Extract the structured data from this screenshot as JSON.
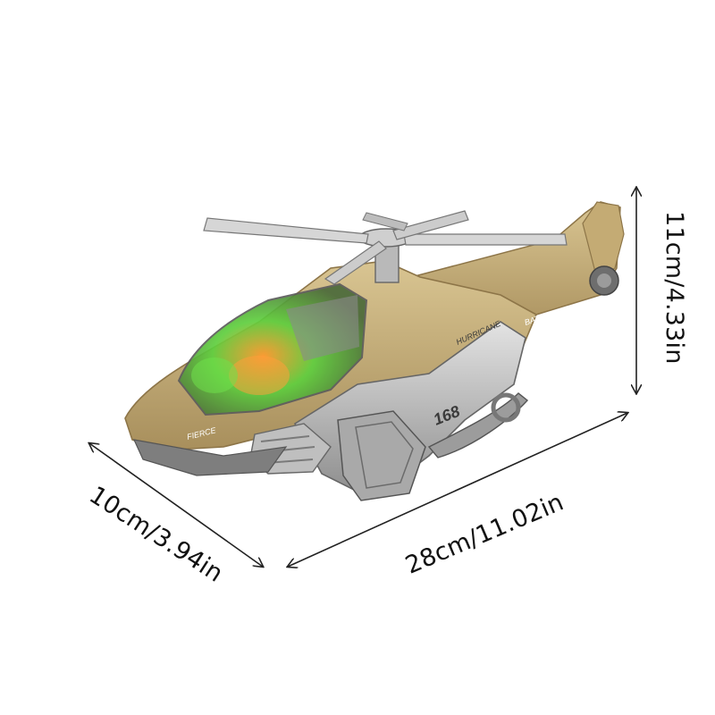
{
  "dimensions": {
    "width_label": "10cm/3.94in",
    "length_label": "28cm/11.02in",
    "height_label": "11cm/4.33in"
  },
  "product": {
    "decals": {
      "nose": "FIERCE",
      "side": "HURRICANE",
      "tail": "BATTLE",
      "number": "168"
    }
  },
  "colors": {
    "body_tan": "#c9b27c",
    "body_shadow": "#a89063",
    "armor_silver": "#b9b9b9",
    "armor_dark": "#7d7d7d",
    "canopy_green": "#4fbf3b",
    "canopy_orange": "#e08a3a",
    "arrow_line": "#222222"
  }
}
